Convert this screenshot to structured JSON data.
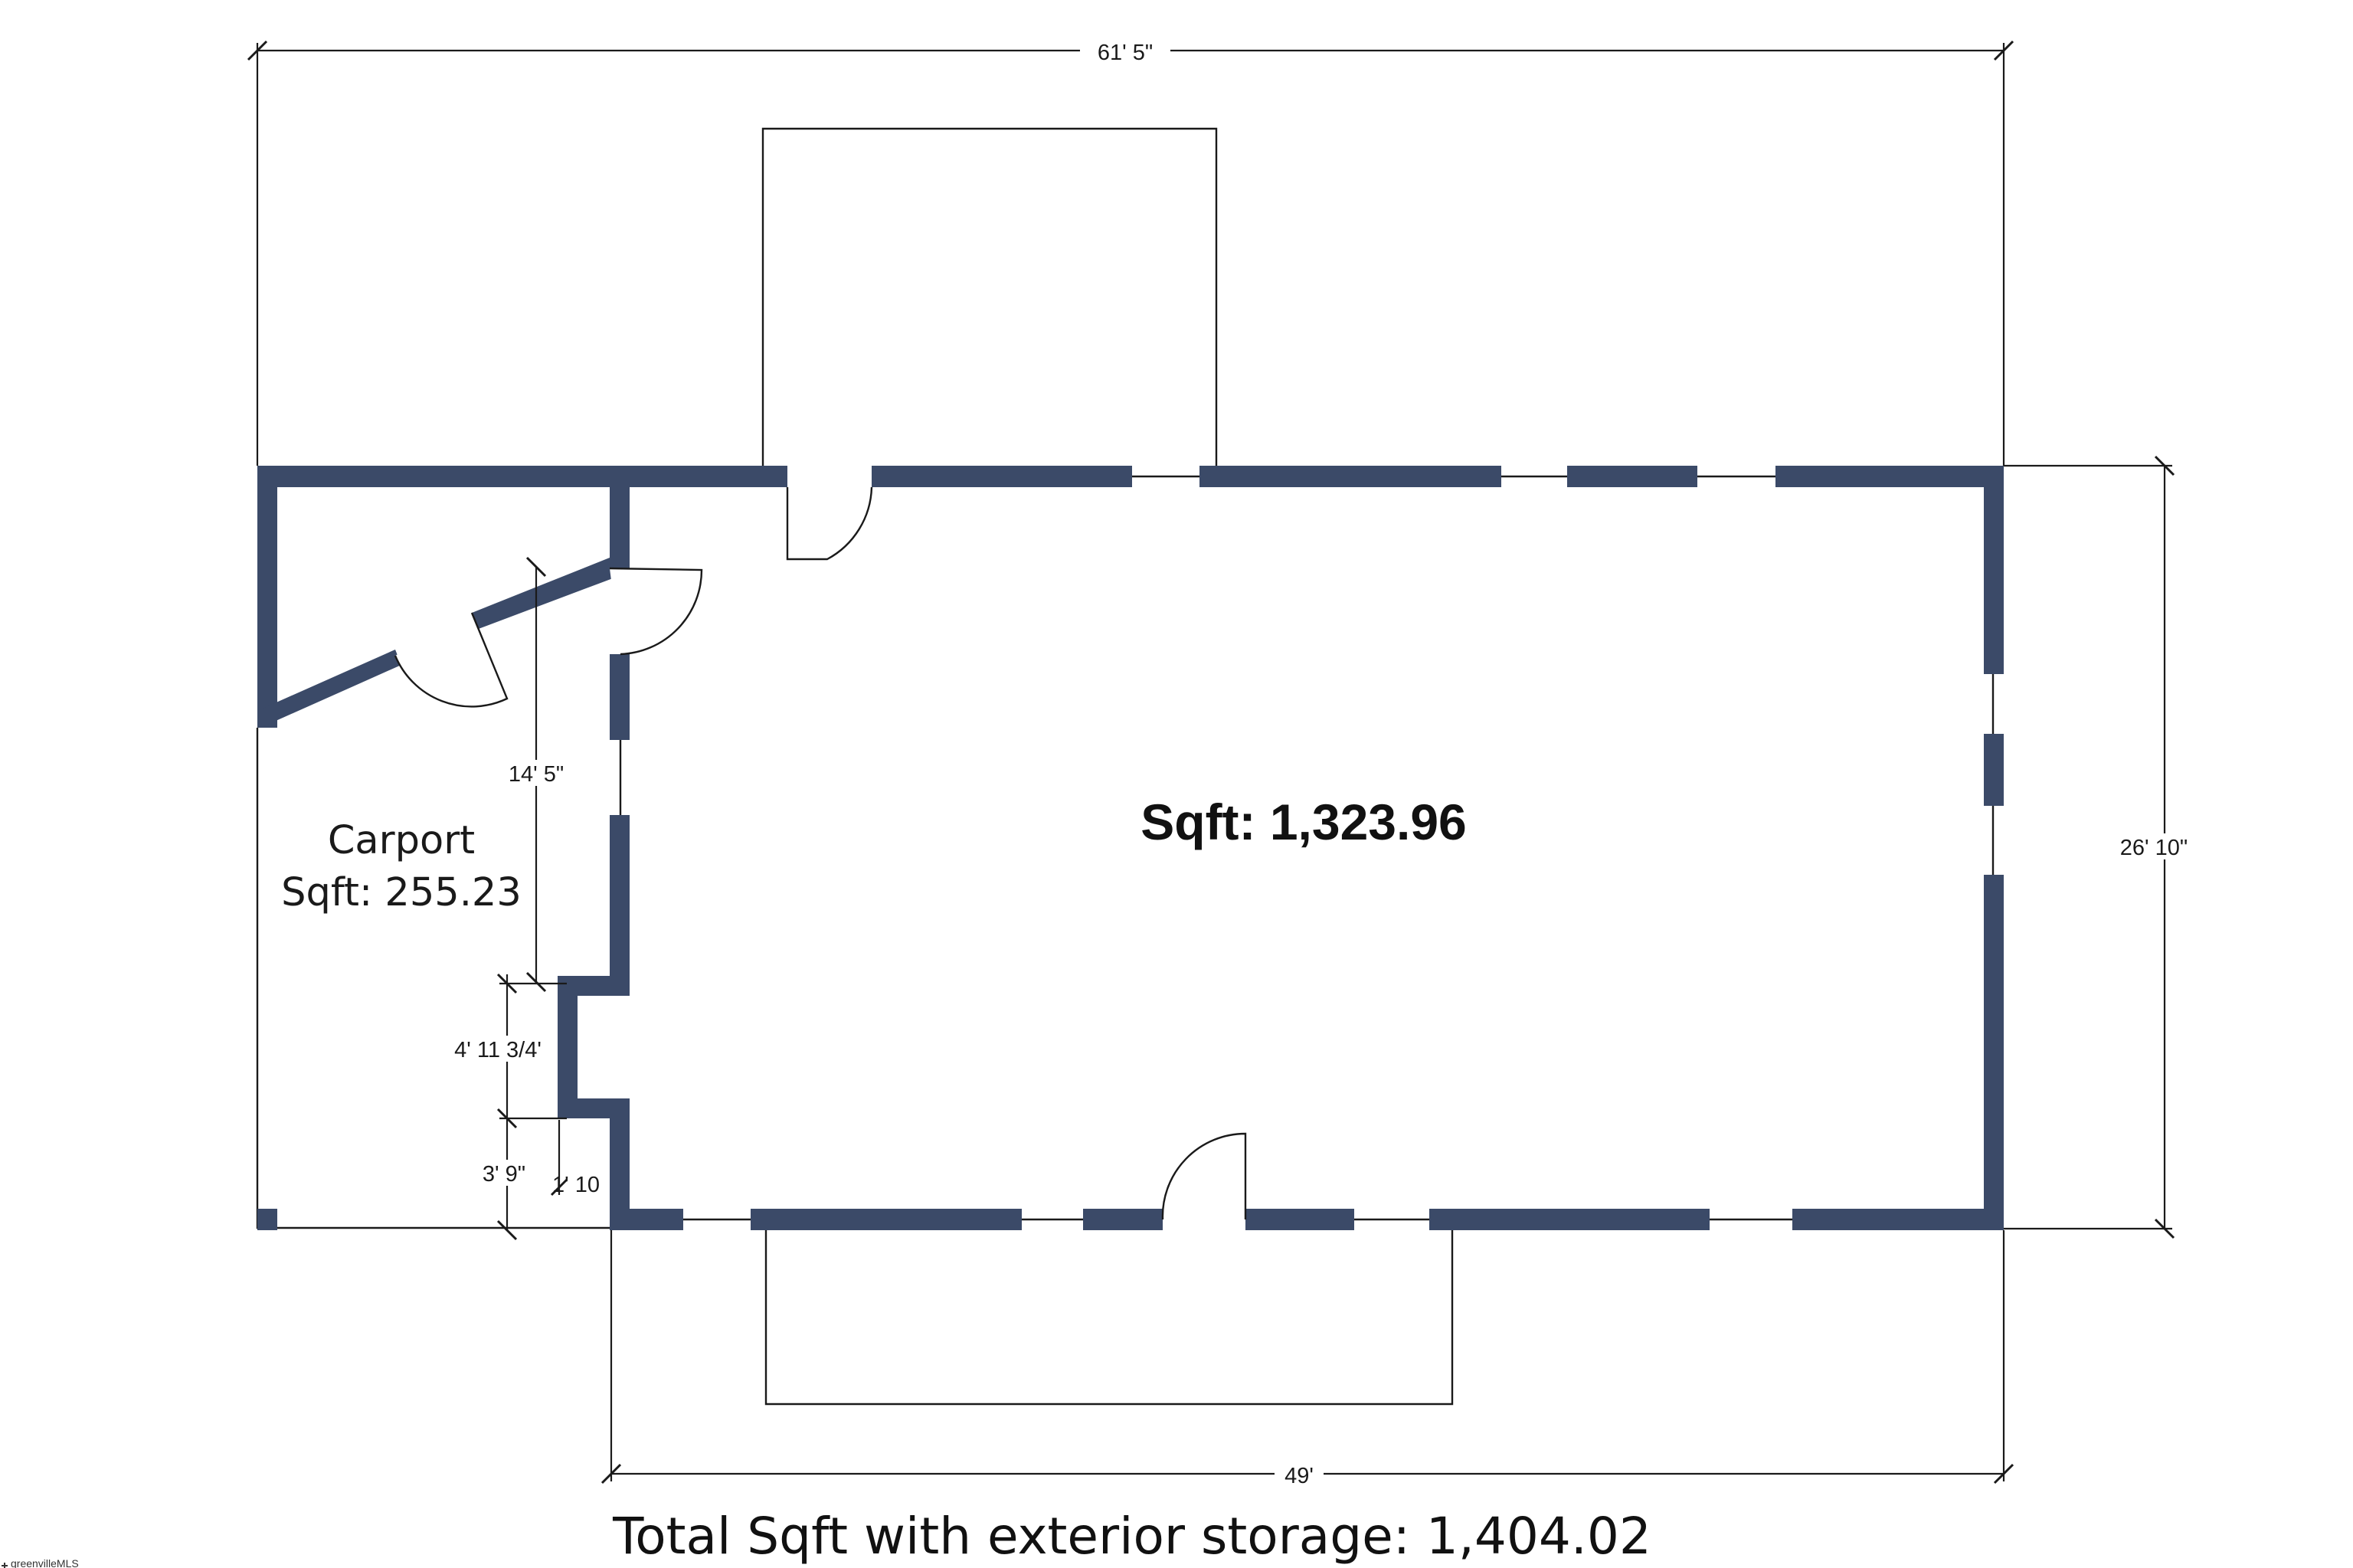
{
  "dimensions": {
    "overall_width": "61' 5\"",
    "main_depth": "26' 10\"",
    "main_width": "49'",
    "carport_depth": "14' 5\"",
    "step_depth": "4' 11 3/4'",
    "lower_depth": "3' 9\"",
    "wall_offset": "1' 10"
  },
  "rooms": {
    "main_sqft": "Sqft: 1,323.96",
    "carport_name": "Carport",
    "carport_sqft": "Sqft: 255.23"
  },
  "total_label": "Total Sqft with exterior storage: 1,404.02",
  "logo_text": "greenvilleMLS"
}
